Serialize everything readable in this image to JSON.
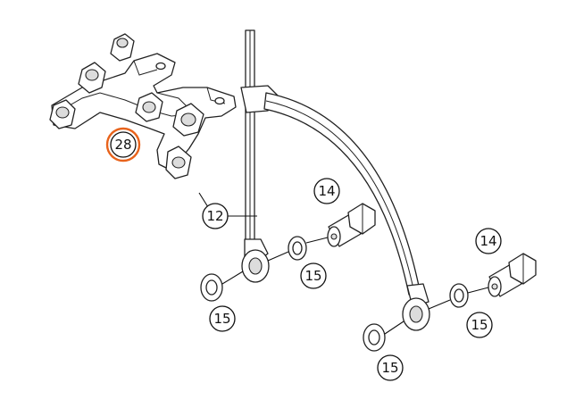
{
  "callouts": {
    "bracket": "28",
    "bracket_color": "#e8631c",
    "pipe": "12",
    "bolt_left": "14",
    "bolt_right": "14",
    "washer_left_inner": "15",
    "washer_left_outer": "15",
    "washer_right_inner": "15",
    "washer_right_outer": "15"
  }
}
